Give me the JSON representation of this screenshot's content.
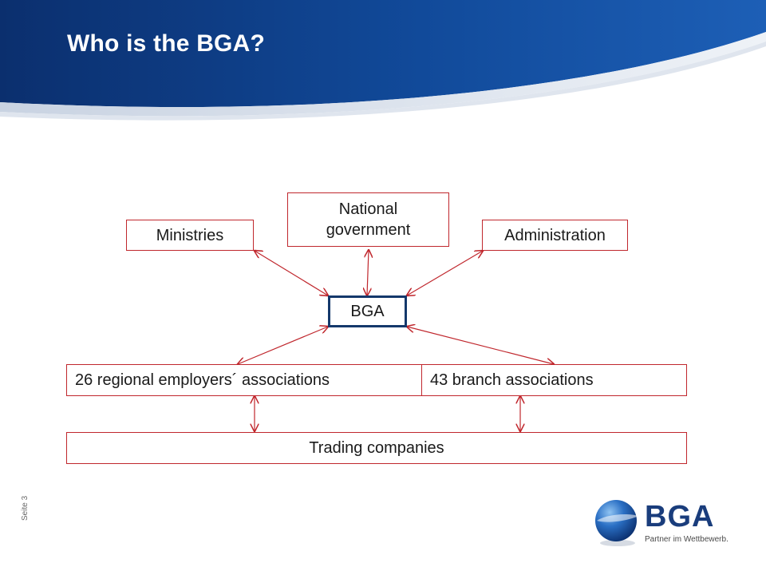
{
  "slide": {
    "title": "Who is the BGA?",
    "page_label": "Seite 3"
  },
  "diagram": {
    "nodes": {
      "national_government": "National government",
      "ministries": "Ministries",
      "administration": "Administration",
      "bga": "BGA",
      "regional": "26 regional employers´ associations",
      "branch": "43 branch associations",
      "trading": "Trading companies"
    }
  },
  "logo": {
    "wordmark": "BGA",
    "tagline": "Partner im Wettbewerb."
  },
  "colors": {
    "header_blue": "#0d3f8a",
    "box_border": "#c0272d",
    "arrow": "#c0272d",
    "center_border": "#14386b"
  }
}
